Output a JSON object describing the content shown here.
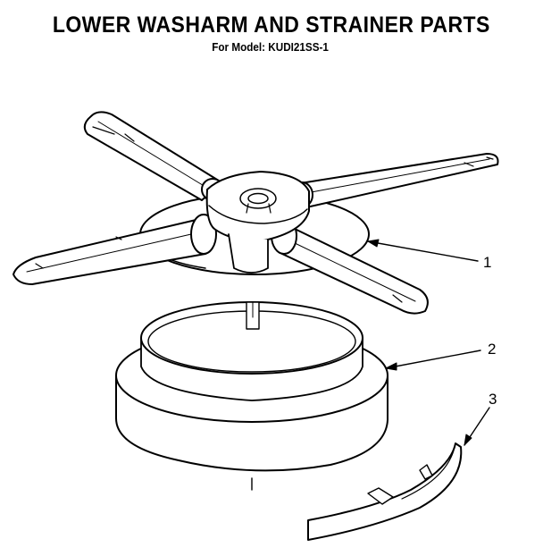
{
  "header": {
    "title": "LOWER WASHARM AND STRAINER PARTS",
    "model_prefix": "For Model:",
    "model": "KUDI21SS-1"
  },
  "callouts": [
    {
      "number": "1",
      "part": "lower-washarm"
    },
    {
      "number": "2",
      "part": "strainer-ring"
    },
    {
      "number": "3",
      "part": "strainer-clip"
    }
  ]
}
